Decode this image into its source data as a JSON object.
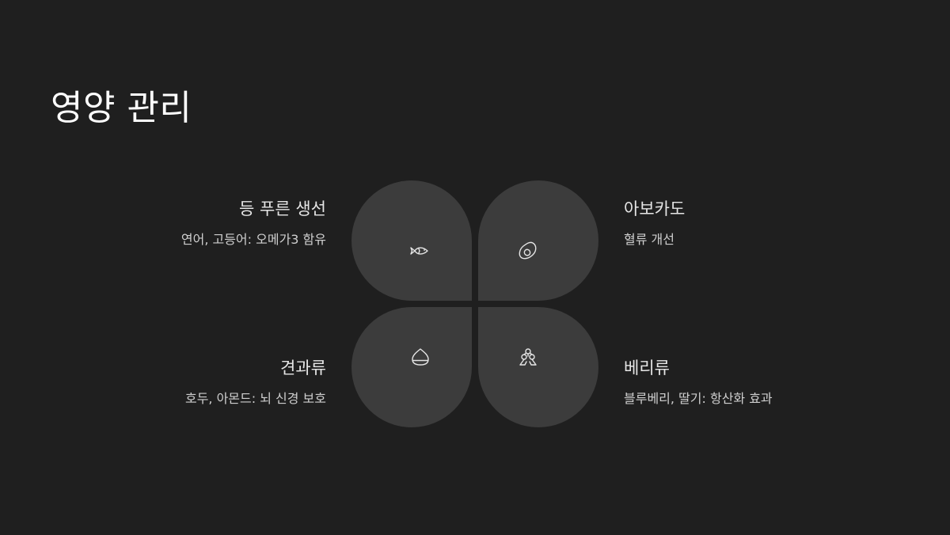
{
  "title": "영양 관리",
  "accent_colors": {
    "background": "#1f1f1f",
    "petal": "#3c3c3c",
    "icon_stroke": "#e6e6e6"
  },
  "items": [
    {
      "title": "등 푸른 생선",
      "description": "연어, 고등어: 오메가3 함유",
      "icon": "fish-icon"
    },
    {
      "title": "아보카도",
      "description": "혈류 개선",
      "icon": "avocado-icon"
    },
    {
      "title": "견과류",
      "description": "호두, 아몬드: 뇌 신경 보호",
      "icon": "nut-icon"
    },
    {
      "title": "베리류",
      "description": "블루베리, 딸기: 항산화 효과",
      "icon": "berries-icon"
    }
  ]
}
